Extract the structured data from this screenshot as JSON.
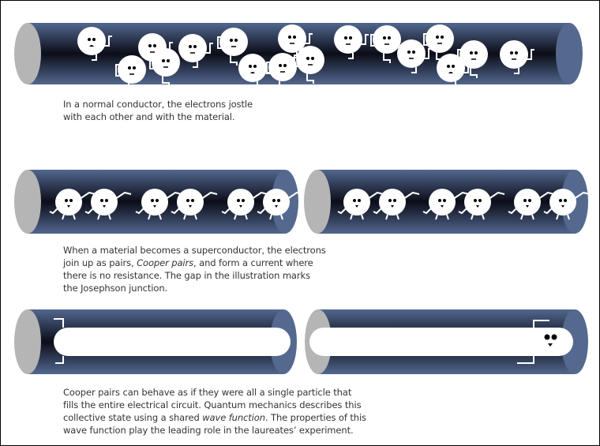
{
  "colors": {
    "tube_edge": "#52678f",
    "tube_core": "#0b0d18",
    "cap_left": "#b5b5b5",
    "cap_right": "#55698f",
    "electron": "#ffffff"
  },
  "panel1": {
    "caption": [
      "In a normal conductor, the electrons jostle",
      "with each other and with the material."
    ]
  },
  "panel2": {
    "caption_parts": {
      "l1": "When a material becomes a superconductor, the electrons",
      "l2a": "join up as pairs, ",
      "l2b": "Cooper pairs",
      "l2c": ", and form a current where",
      "l3": "there is no resistance. The gap in the illustration marks",
      "l4": "the Josephson junction."
    }
  },
  "panel3": {
    "caption_parts": {
      "l1": "Cooper pairs can behave as if they were all a single particle that",
      "l2": "fills the entire electrical circuit. Quantum mechanics describes this",
      "l3a": "collective state using a shared ",
      "l3b": "wave function",
      "l3c": ". The properties of this",
      "l4": "wave function play the leading role in the laureates’ experiment."
    }
  }
}
